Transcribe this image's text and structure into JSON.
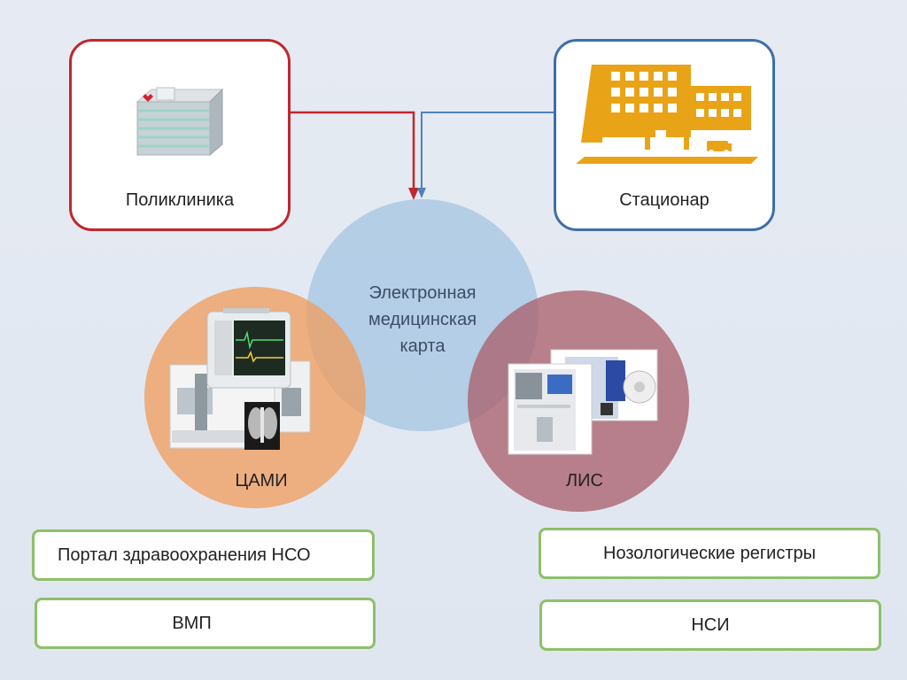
{
  "polyclinic": {
    "label": "Поликлиника",
    "border_color": "#c0272d",
    "icon": "clinic-building-icon"
  },
  "hospital": {
    "label": "Стационар",
    "border_color": "#3d6fa8",
    "icon": "hospital-building-icon"
  },
  "circles": {
    "emk": {
      "label_line1": "Электронная",
      "label_line2": "медицинская",
      "label_line3": "карта",
      "color": "#a1c3e1"
    },
    "cami": {
      "label": "ЦАМИ",
      "color": "#f09e60",
      "icon": "medical-imaging-equipment-icon"
    },
    "lis": {
      "label": "ЛИС",
      "color": "#a85c68",
      "icon": "lab-analyzer-icon"
    }
  },
  "systems": {
    "portal": "Портал здравоохранения НСО",
    "vmp": "ВМП",
    "registers": "Нозологические регистры",
    "nsi": "НСИ"
  },
  "colors": {
    "arrow_red": "#c0272d",
    "arrow_blue": "#4f81bd",
    "pill_border": "#8dc06a",
    "building_orange": "#e8a317"
  }
}
